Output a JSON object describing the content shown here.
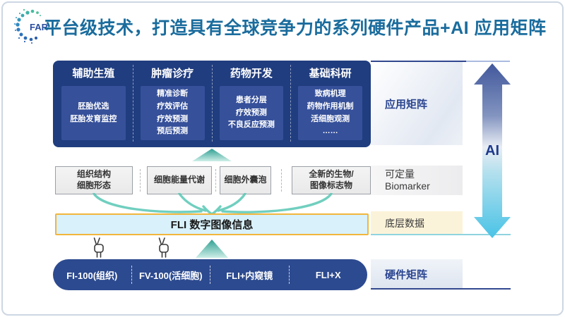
{
  "header": {
    "logo_text": "FAR",
    "title": "平台级技术，打造具有全球竞争力的系列硬件产品+AI 应用矩阵"
  },
  "application_matrix": {
    "side_label": "应用矩阵",
    "columns": [
      {
        "title": "辅助生殖",
        "items": [
          "胚胎优选",
          "胚胎发育监控"
        ]
      },
      {
        "title": "肿瘤诊疗",
        "items": [
          "精准诊断",
          "疗效评估",
          "疗效预测",
          "预后预测"
        ]
      },
      {
        "title": "药物开发",
        "items": [
          "患者分层",
          "疗效预测",
          "不良反应预测"
        ]
      },
      {
        "title": "基础科研",
        "items": [
          "致病机理",
          "药物作用机制",
          "活细胞观测",
          "……"
        ]
      }
    ]
  },
  "biomarker_row": {
    "side_label_line1": "可定量",
    "side_label_line2": "Biomarker",
    "boxes": [
      {
        "line1": "组织结构",
        "line2": "细胞形态"
      },
      {
        "line1": "细胞能量代谢",
        "line2": ""
      },
      {
        "line1": "细胞外囊泡",
        "line2": ""
      },
      {
        "line1": "全新的生物/",
        "line2": "图像标志物"
      }
    ]
  },
  "data_layer": {
    "side_label": "底层数据",
    "bar_text": "FLI 数字图像信息"
  },
  "hardware_matrix": {
    "side_label": "硬件矩阵",
    "products": [
      "FI-100(组织)",
      "FV-100(活细胞)",
      "FLI+内窥镜",
      "FLI+X"
    ]
  },
  "ai_axis": {
    "label": "AI"
  },
  "colors": {
    "title_text": "#1a6c9d",
    "panel_dark_blue": "#203d7f",
    "panel_inner_blue": "#36509a",
    "pill_blue": "#2c4a8f",
    "fli_bar_bg": "#d8f1fa",
    "fli_bar_border": "#f2b63c",
    "data_layer_bg": "#fbf3d9",
    "teal_accent": "#58c7b4",
    "side_label_blue": "#2b4590"
  }
}
